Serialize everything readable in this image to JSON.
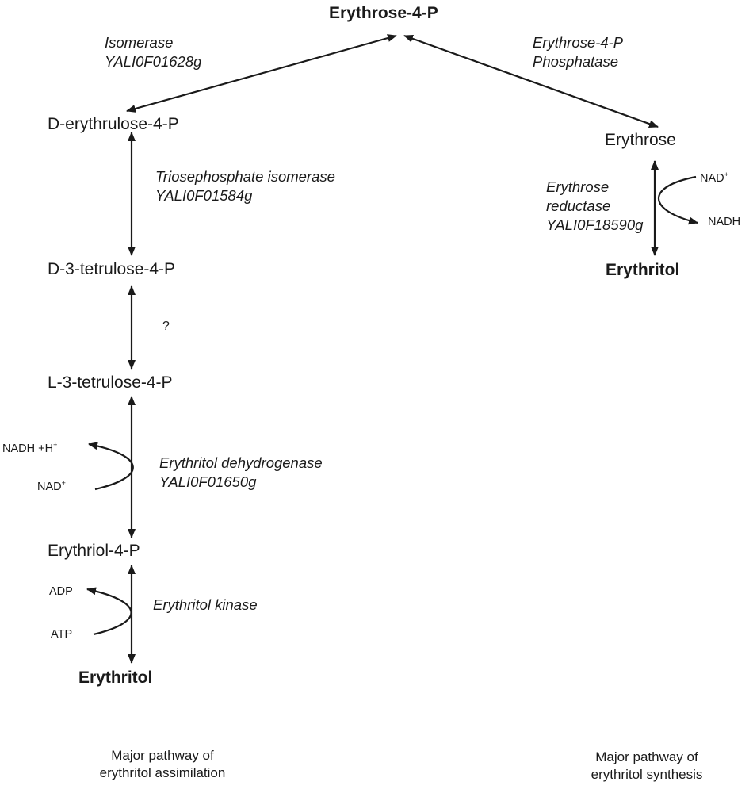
{
  "top": {
    "erythrose4p": "Erythrose-4-P"
  },
  "left": {
    "metabolites": {
      "d_erythrulose": "D-erythrulose-4-P",
      "d3_tetrulose": "D-3-tetrulose-4-P",
      "l3_tetrulose": "L-3-tetrulose-4-P",
      "erythriol4p": "Erythriol-4-P",
      "erythritol": "Erythritol"
    },
    "enzymes": {
      "isomerase": {
        "name": "Isomerase",
        "gene": "YALI0F01628g"
      },
      "tpi": {
        "name": "Triosephosphate isomerase",
        "gene": "YALI0F01584g"
      },
      "unknown": "?",
      "dehydrogenase": {
        "name": "Erythritol dehydrogenase",
        "gene": "YALI0F01650g"
      },
      "kinase": "Erythritol kinase"
    },
    "cofactors": {
      "nadh_h": {
        "text": "NADH +H",
        "sup": "+"
      },
      "nad": {
        "text": "NAD",
        "sup": "+"
      },
      "adp": "ADP",
      "atp": "ATP"
    },
    "caption": [
      "Major pathway of",
      "erythritol assimilation"
    ]
  },
  "right": {
    "metabolites": {
      "erythrose": "Erythrose",
      "erythritol": "Erythritol"
    },
    "enzymes": {
      "phosphatase": [
        "Erythrose-4-P",
        "Phosphatase"
      ],
      "reductase": [
        "Erythrose",
        "reductase",
        "YALI0F18590g"
      ]
    },
    "cofactors": {
      "nad": {
        "text": "NAD",
        "sup": "+"
      },
      "nadh": "NADH"
    },
    "caption": [
      "Major pathway of",
      "erythritol synthesis"
    ]
  },
  "colors": {
    "ink": "#1a1a1a",
    "background": "#ffffff"
  }
}
